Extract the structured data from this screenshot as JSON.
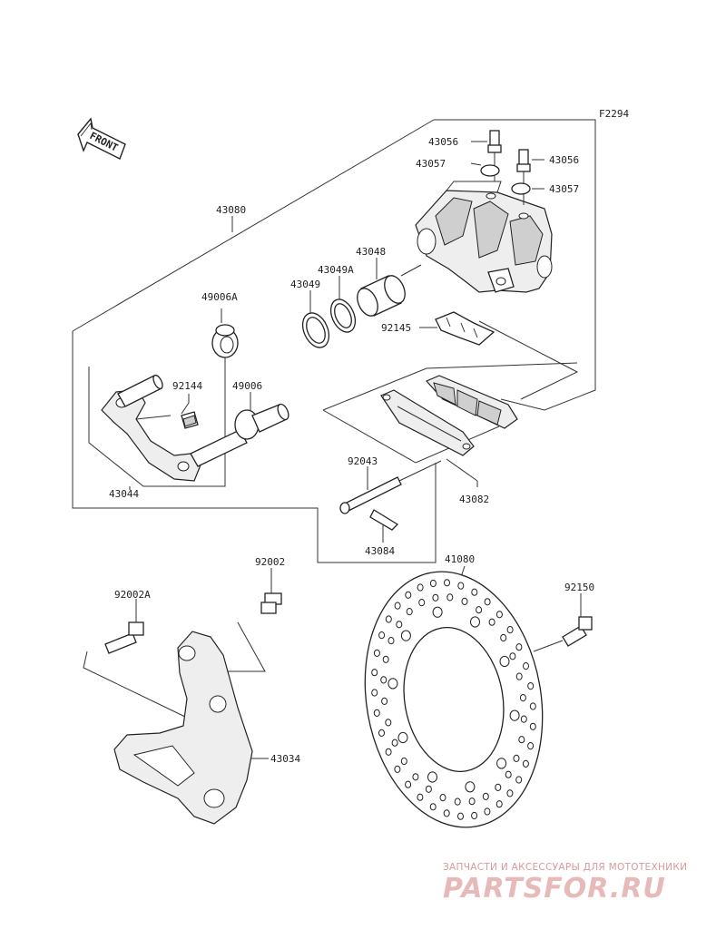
{
  "figure_code": "F2294",
  "front_arrow_label": "FRONT",
  "part_numbers": {
    "caliper_assy": "43080",
    "bleeder_valve_a": "43056",
    "bleeder_valve_b": "43056",
    "bleeder_cap_a": "43057",
    "bleeder_cap_b": "43057",
    "piston": "43048",
    "dust_seal": "43049A",
    "piston_seal": "43049",
    "pad_spring": "92145",
    "boot_upper": "49006A",
    "boot_lower": "49006",
    "holder_clip": "92144",
    "caliper_holder": "43044",
    "pad_pin": "92043",
    "pad_set": "43082",
    "cotter_pin": "43084",
    "disc": "41080",
    "bolt_92002": "92002",
    "bolt_92002a": "92002A",
    "bolt_92150": "92150",
    "bracket": "43034"
  },
  "watermark": {
    "tagline": "ЗАПЧАСТИ И АКСЕССУАРЫ ДЛЯ МОТОТЕХНИКИ",
    "logo": "PARTSFOR.RU"
  }
}
